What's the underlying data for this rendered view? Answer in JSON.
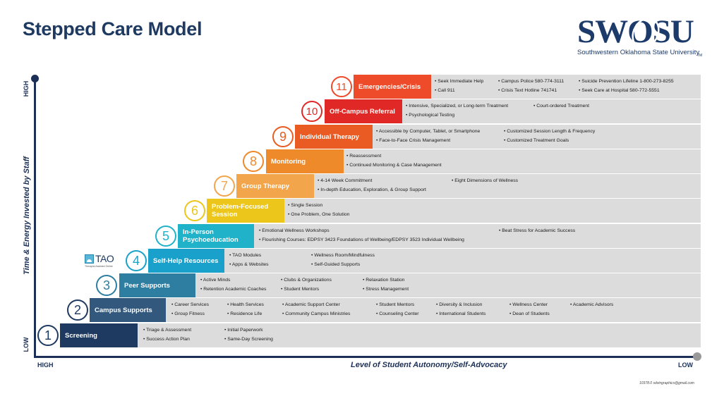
{
  "title": "Stepped Care Model",
  "logo": {
    "wordmark": "SWOSU",
    "tm": "TM",
    "subtitle": "Southwestern Oklahoma State University"
  },
  "axes": {
    "y_high": "HIGH",
    "y_low": "LOW",
    "y_label": "Time & Energy Invested by Staff",
    "x_high": "HIGH",
    "x_low": "LOW",
    "x_label": "Level of Student Autonomy/Self-Advocacy"
  },
  "tao": {
    "text": "TAO",
    "sub": "Therapist Assisted Online"
  },
  "credit": "10378.0 sdvingraphics@gmail.com",
  "colors": {
    "navy": "#1f3a60",
    "step1": "#1f3a60",
    "step2": "#32587d",
    "step3": "#2e7ea1",
    "step4": "#1aa1cb",
    "step5": "#20b2c9",
    "step6": "#ecc61b",
    "step7": "#f2a54a",
    "step8": "#ef8a2a",
    "step9": "#e95b22",
    "step10": "#e02826",
    "step11": "#ee4b2a"
  },
  "steps": [
    {
      "num": "1",
      "label": "Screening",
      "items": [
        "• Triage & Assessment",
        "• Success Action Plan",
        "• Initial Paperwork",
        "• Same-Day Screening"
      ]
    },
    {
      "num": "2",
      "label": "Campus Supports",
      "items": [
        "• Career Services",
        "• Group Fitness",
        "• Health Services",
        "• Residence Life",
        "• Academic Support Center",
        "• Community Campus Ministries",
        "• Student Mentors",
        "• Counseling Center",
        "• Diversity & Inclusion",
        "• International Students",
        "• Wellness Center",
        "• Dean of Students",
        "• Academic Advisors"
      ]
    },
    {
      "num": "3",
      "label": "Peer Supports",
      "items": [
        "• Active Minds",
        "• Retention Academic Coaches",
        "• Clubs & Organizations",
        "• Student Mentors",
        "• Relaxation Station",
        "• Stress Management"
      ]
    },
    {
      "num": "4",
      "label": "Self-Help Resources",
      "items": [
        "• TAO Modules",
        "• Apps & Websites",
        "• Wellness Room/Mindfulness",
        "• Self-Guided Supports"
      ]
    },
    {
      "num": "5",
      "label": "In-Person Psychoeducation",
      "items": [
        "• Emotional Wellness Workshops",
        "• Flourishing Courses: EDPSY 3423 Foundations of Wellbeing/EDPSY 3523 Individual Wellbeing",
        "• Beat Stress for Academic Success"
      ]
    },
    {
      "num": "6",
      "label": "Problem-Focused Session",
      "items": [
        "• Single Session",
        "• One Problem, One Solution"
      ]
    },
    {
      "num": "7",
      "label": "Group Therapy",
      "items": [
        "• 4-14 Week Commitment",
        "• In-depth Education, Exploration, & Group Support",
        "• Eight Dimensions of Wellness"
      ]
    },
    {
      "num": "8",
      "label": "Monitoring",
      "items": [
        "• Reassessment",
        "• Continued Monitoring & Case Management"
      ]
    },
    {
      "num": "9",
      "label": "Individual Therapy",
      "items": [
        "• Accessible by Computer, Tablet, or Smartphone",
        "• Face-to-Face Crisis Management",
        "• Customized Session Length & Frequency",
        "• Customized Treatment Goals"
      ]
    },
    {
      "num": "10",
      "label": "Off-Campus Referral",
      "items": [
        "• Intensive, Specialized, or Long-term Treatment",
        "• Psychological Testing",
        "• Court-ordered Treatment"
      ]
    },
    {
      "num": "11",
      "label": "Emergencies/Crisis",
      "items": [
        "• Seek Immediate Help",
        "• Call 911",
        "• Campus Police 580-774-3111",
        "• Crisis Text Hotline 741741",
        "• Suicide Prevention Lifeline 1-800-273-8255",
        "• Seek Care at Hospital 580-772-5551"
      ]
    }
  ]
}
